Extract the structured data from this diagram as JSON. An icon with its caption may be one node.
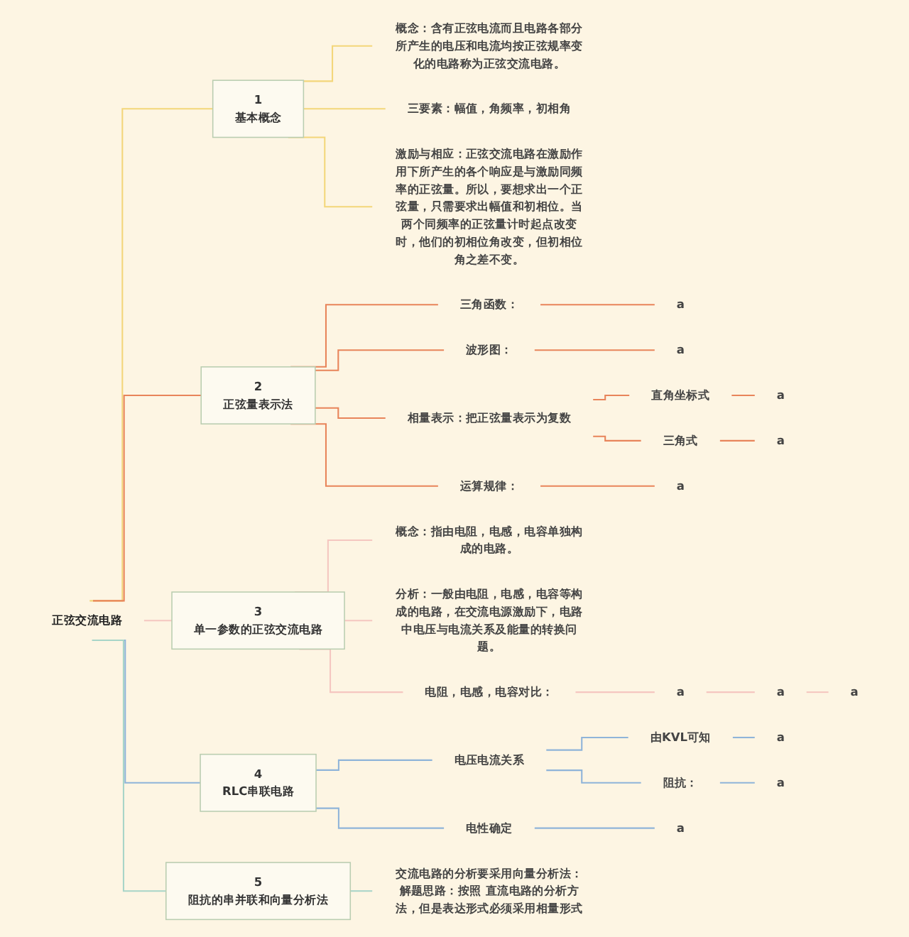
{
  "diagram": {
    "nodes": [
      {
        "text": [
          "正弦交流电路"
        ]
      },
      {
        "text": [
          "1",
          "基本概念"
        ]
      },
      {
        "text": [
          "概念：含有正弦电流而且电路各部分所产生的电压和电流均按正弦规率变化的电路称为正弦交流电路。"
        ]
      },
      {
        "text": [
          "三要素：幅值，角频率，初相角"
        ]
      },
      {
        "text": [
          "激励与相应：正弦交流电路在激励作用下所产生的各个响应是与激励同频率的正弦量。所以，要想求出一个正弦量，只需要求出幅值和初相位。当两个同频率的正弦量计时起点改变时，他们的初相位角改变，但初相位角之差不变。"
        ]
      },
      {
        "text": [
          "2",
          "正弦量表示法"
        ]
      },
      {
        "text": [
          "三角函数："
        ]
      },
      {
        "text": [
          "a"
        ]
      },
      {
        "text": [
          "波形图："
        ]
      },
      {
        "text": [
          "a"
        ]
      },
      {
        "text": [
          "相量表示：把正弦量表示为复数"
        ]
      },
      {
        "text": [
          "直角坐标式"
        ]
      },
      {
        "text": [
          "a"
        ]
      },
      {
        "text": [
          "三角式"
        ]
      },
      {
        "text": [
          "a"
        ]
      },
      {
        "text": [
          "运算规律："
        ]
      },
      {
        "text": [
          "a"
        ]
      },
      {
        "text": [
          "3",
          "单一参数的正弦交流电路"
        ]
      },
      {
        "text": [
          "概念：指由电阻，电感，电容单独构成的电路。"
        ]
      },
      {
        "text": [
          "分析：一般由电阻，电感，电容等构成的电路，在交流电源激励下，电路中电压与电流关系及能量的转换问题。"
        ]
      },
      {
        "text": [
          "电阻，电感，电容对比："
        ]
      },
      {
        "text": [
          "a"
        ]
      },
      {
        "text": [
          "a"
        ]
      },
      {
        "text": [
          "a"
        ]
      },
      {
        "text": [
          "4",
          "RLC串联电路"
        ]
      },
      {
        "text": [
          "电压电流关系"
        ]
      },
      {
        "text": [
          "由KVL可知"
        ]
      },
      {
        "text": [
          "a"
        ]
      },
      {
        "text": [
          "阻抗："
        ]
      },
      {
        "text": [
          "a"
        ]
      },
      {
        "text": [
          "电性确定"
        ]
      },
      {
        "text": [
          "a"
        ]
      },
      {
        "text": [
          "5",
          "阻抗的串并联和向量分析法"
        ]
      },
      {
        "text": [
          "交流电路的分析要采用向量分析法：解题思路：按照 直流电路的分析方法，但是表达形式必须采用相量形式"
        ]
      }
    ],
    "edges": [
      {
        "from": 0,
        "to": 1,
        "arrow": "none",
        "color": "#f3d67a"
      },
      {
        "from": 1,
        "to": 2,
        "arrow": "none",
        "color": "#f3d67a"
      },
      {
        "from": 1,
        "to": 3,
        "arrow": "none",
        "color": "#f3d67a"
      },
      {
        "from": 1,
        "to": 4,
        "arrow": "none",
        "color": "#f3d67a"
      },
      {
        "from": 0,
        "to": 5,
        "arrow": "none",
        "color": "#e8845a"
      },
      {
        "from": 5,
        "to": 6,
        "arrow": "none",
        "color": "#e8845a"
      },
      {
        "from": 6,
        "to": 7,
        "arrow": "none",
        "color": "#e8845a"
      },
      {
        "from": 5,
        "to": 8,
        "arrow": "none",
        "color": "#e8845a"
      },
      {
        "from": 8,
        "to": 9,
        "arrow": "none",
        "color": "#e8845a"
      },
      {
        "from": 5,
        "to": 10,
        "arrow": "none",
        "color": "#e8845a"
      },
      {
        "from": 10,
        "to": 11,
        "arrow": "none",
        "color": "#e8845a"
      },
      {
        "from": 11,
        "to": 12,
        "arrow": "none",
        "color": "#e8845a"
      },
      {
        "from": 10,
        "to": 13,
        "arrow": "none",
        "color": "#e8845a"
      },
      {
        "from": 13,
        "to": 14,
        "arrow": "none",
        "color": "#e8845a"
      },
      {
        "from": 5,
        "to": 15,
        "arrow": "none",
        "color": "#e8845a"
      },
      {
        "from": 15,
        "to": 16,
        "arrow": "none",
        "color": "#e8845a"
      },
      {
        "from": 0,
        "to": 17,
        "arrow": "none",
        "color": "#f5c6c0"
      },
      {
        "from": 17,
        "to": 18,
        "arrow": "none",
        "color": "#f5c6c0"
      },
      {
        "from": 17,
        "to": 19,
        "arrow": "none",
        "color": "#f5c6c0"
      },
      {
        "from": 17,
        "to": 20,
        "arrow": "none",
        "color": "#f5c6c0"
      },
      {
        "from": 20,
        "to": 21,
        "arrow": "none",
        "color": "#f5c6c0"
      },
      {
        "from": 21,
        "to": 22,
        "arrow": "none",
        "color": "#f5c6c0"
      },
      {
        "from": 22,
        "to": 23,
        "arrow": "none",
        "color": "#f5c6c0"
      },
      {
        "from": 0,
        "to": 24,
        "arrow": "none",
        "color": "#8fb4d9"
      },
      {
        "from": 24,
        "to": 25,
        "arrow": "none",
        "color": "#8fb4d9"
      },
      {
        "from": 25,
        "to": 26,
        "arrow": "none",
        "color": "#8fb4d9"
      },
      {
        "from": 26,
        "to": 27,
        "arrow": "none",
        "color": "#8fb4d9"
      },
      {
        "from": 25,
        "to": 28,
        "arrow": "none",
        "color": "#8fb4d9"
      },
      {
        "from": 28,
        "to": 29,
        "arrow": "none",
        "color": "#8fb4d9"
      },
      {
        "from": 24,
        "to": 30,
        "arrow": "none",
        "color": "#8fb4d9"
      },
      {
        "from": 30,
        "to": 31,
        "arrow": "none",
        "color": "#8fb4d9"
      },
      {
        "from": 0,
        "to": 32,
        "arrow": "none",
        "color": "#a8d5c8"
      },
      {
        "from": 32,
        "to": 33,
        "arrow": "none",
        "color": "#a8d5c8"
      }
    ]
  }
}
